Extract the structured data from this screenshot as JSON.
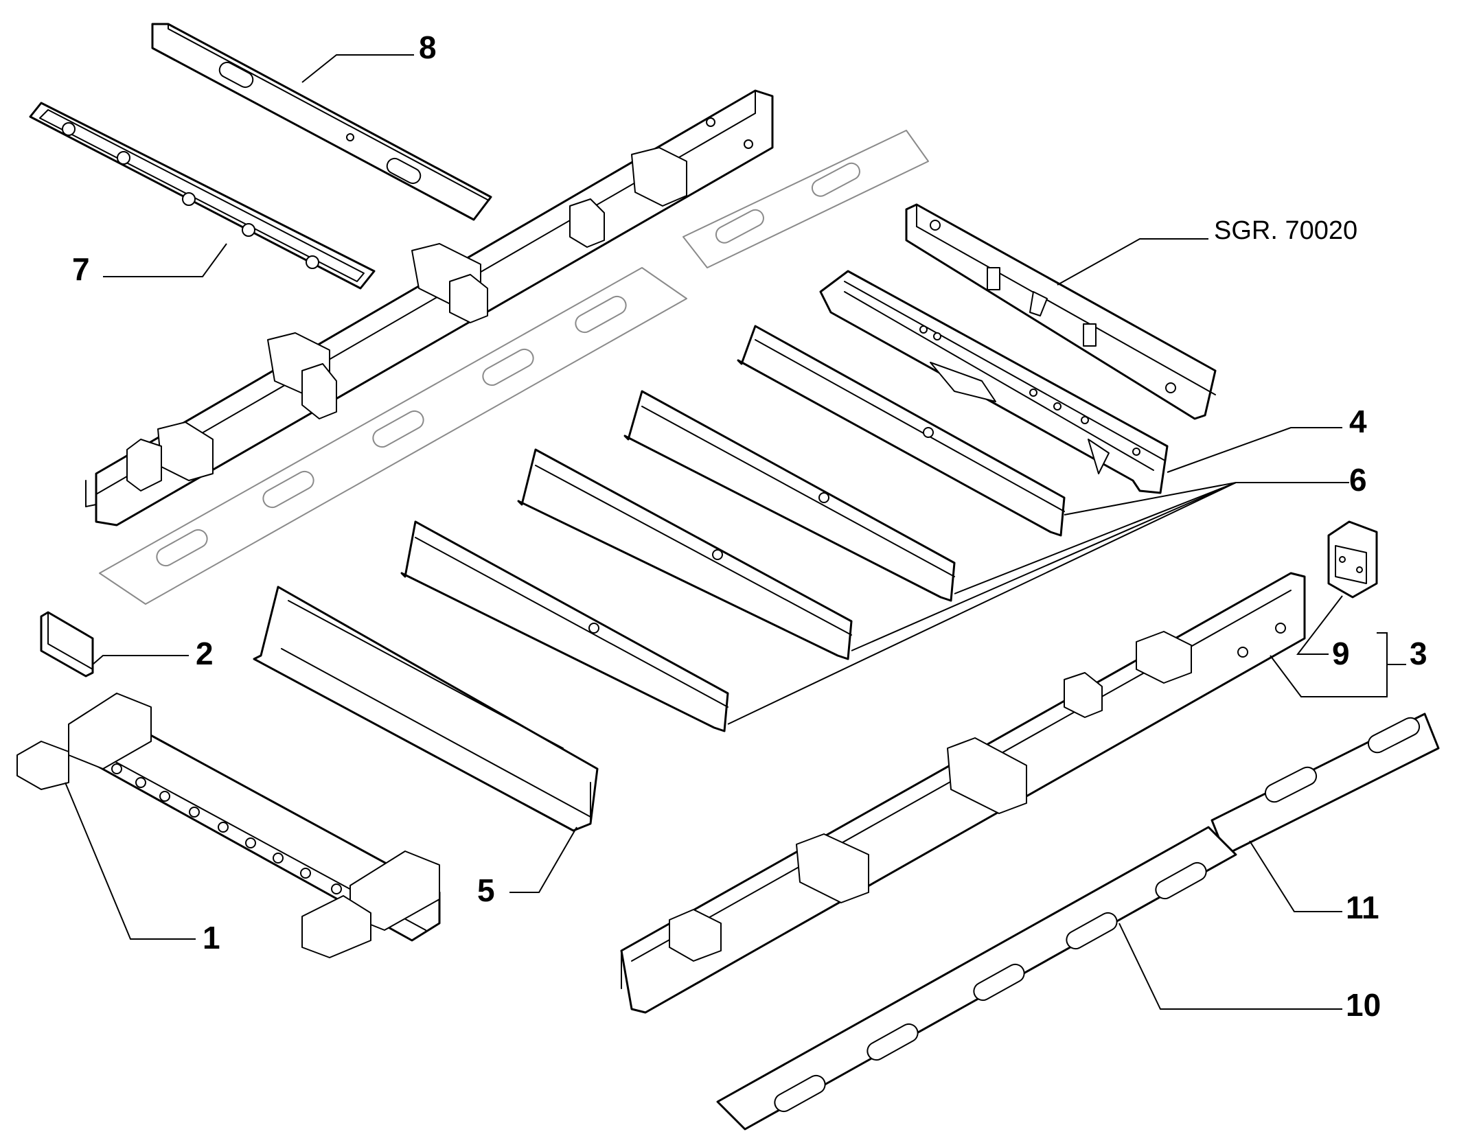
{
  "callouts": {
    "c1": "1",
    "c2": "2",
    "c3": "3",
    "c4": "4",
    "c5": "5",
    "c6": "6",
    "c7": "7",
    "c8": "8",
    "c9": "9",
    "c10": "10",
    "c11": "11"
  },
  "reference": "SGR. 70020"
}
